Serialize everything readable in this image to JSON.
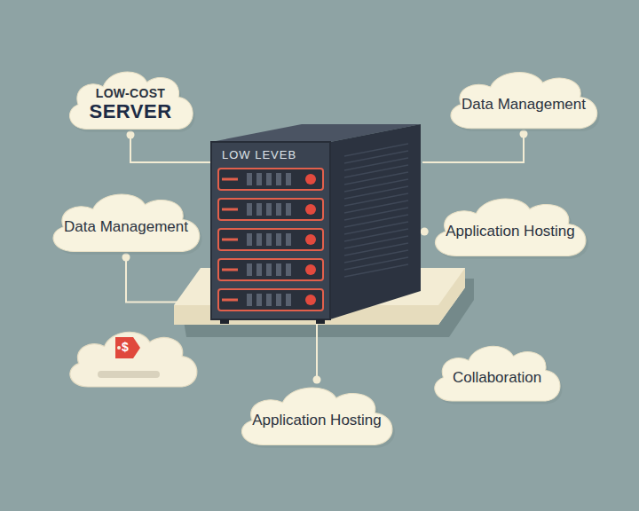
{
  "diagram": {
    "nodes": [
      {
        "text": [
          "LOW-COST",
          "SERVER"
        ]
      },
      {
        "text": [
          "Data Management"
        ]
      },
      {
        "text": [
          "LOW LEVEB"
        ]
      },
      {
        "text": [
          "Data Management"
        ]
      },
      {
        "text": [
          "Application Hosting"
        ]
      },
      {
        "text": [
          "Collaboration"
        ]
      },
      {
        "text": [
          "Application Hosting"
        ]
      }
    ],
    "edges": [
      {
        "from": 0,
        "to": 2,
        "arrow": "none"
      },
      {
        "from": 1,
        "to": 2,
        "arrow": "none"
      },
      {
        "from": 3,
        "to": 2,
        "arrow": "none"
      },
      {
        "from": 4,
        "to": 2,
        "arrow": "none"
      },
      {
        "from": 6,
        "to": 2,
        "arrow": "none"
      }
    ],
    "labels": [
      "$"
    ]
  }
}
